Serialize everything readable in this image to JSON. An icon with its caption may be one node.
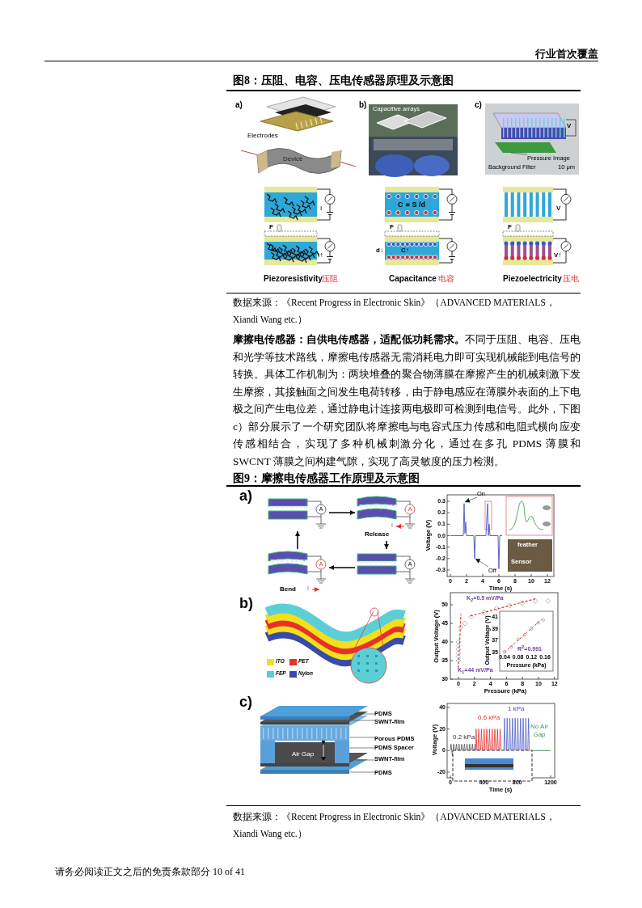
{
  "diagram": {
    "nodes": [
      {
        "text": [],
        "shape": "picture"
      },
      {
        "text": [
          "Release"
        ]
      },
      {
        "text": [],
        "shape": "picture"
      },
      {
        "text": [
          "Bend"
        ]
      },
      {
        "text": [
          "PDMS"
        ]
      },
      {
        "text": [
          "SWNT-film"
        ]
      },
      {
        "text": [
          "Porous PDMS"
        ]
      },
      {
        "text": [
          "PDMS Spacer"
        ]
      },
      {
        "text": [
          "SWNT-film"
        ]
      },
      {
        "text": [
          "PDMS"
        ]
      },
      {
        "text": [
          "Pressure Image"
        ]
      },
      {
        "text": [
          "On"
        ]
      },
      {
        "text": [
          "Off"
        ]
      },
      {
        "text": [],
        "shape": "box"
      },
      {
        "text": [],
        "shape": "box"
      },
      {
        "text": [],
        "shape": "box"
      },
      {
        "text": [],
        "shape": "box"
      },
      {
        "text": [],
        "shape": "box"
      },
      {
        "text": [],
        "shape": "box"
      },
      {
        "text": [],
        "shape": "box"
      }
    ],
    "edges": [
      {
        "from": 0,
        "to": 1,
        "arrow": "to"
      },
      {
        "from": 1,
        "to": 2,
        "arrow": "to"
      },
      {
        "from": 2,
        "to": 3,
        "arrow": "to"
      },
      {
        "from": 3,
        "to": 0,
        "arrow": "to"
      },
      {
        "from": 4,
        "to": 13,
        "arrow": "none"
      },
      {
        "from": 5,
        "to": 14,
        "arrow": "none"
      },
      {
        "from": 6,
        "to": 15,
        "arrow": "none"
      },
      {
        "from": 7,
        "to": 16,
        "arrow": "none"
      },
      {
        "from": 8,
        "to": 17,
        "arrow": "none"
      },
      {
        "from": 9,
        "to": 18,
        "arrow": "none"
      },
      {
        "from": 10,
        "to": 19,
        "arrow": "none"
      },
      {
        "from": 11,
        "to": null,
        "arrow": "to"
      },
      {
        "from": 12,
        "to": null,
        "arrow": "to"
      }
    ],
    "labels": [
      "行业首次覆盖",
      "图8：压阻、电容、压电传感器原理及示意图",
      "a)",
      "Electrodes",
      "Device",
      "b)",
      "Capacitive arrays",
      "c)",
      "V",
      "Background Filter",
      "10 μm",
      "I",
      "C ∝ S /d",
      "V",
      "F",
      "F",
      "F",
      "I↑",
      "d↓",
      "C↑",
      "V↑",
      "Piezoresistivity",
      "压阻",
      "Capacitance",
      "电容",
      "Piezoelectricity",
      "压电",
      "数据来源：《Recent Progress in Electronic Skin》（ADVANCED MATERIALS，Xiandi Wang etc.）",
      "**摩擦电传感器：自供电传感器，适配低功耗需求。**不同于压阻、电容、压电和光学等技术路线，摩擦电传感器无需消耗电力即可实现机械能到电信号的转换。具体工作机制为：两块堆叠的聚合物薄膜在摩擦产生的机械刺激下发生摩擦，其接触面之间发生电荷转移，由于静电感应在薄膜外表面的上下电极之间产生电位差，通过静电计连接两电极即可检测到电信号。此外，下图 c）部分展示了一个研究团队将摩擦电与电容式压力传感和电阻式横向应变传感相结合，实现了多种机械刺激分化，通过在多孔 PDMS 薄膜和 SWCNT 薄膜之间构建气隙，实现了高灵敏度的压力检测。",
      "图9：摩擦电传感器工作原理及示意图",
      "a)",
      "A",
      "A",
      "A",
      "A",
      "I",
      "I",
      "Voltage (V)",
      "0.3",
      "0.2",
      "0.1",
      "0.0",
      "-0.1",
      "-0.2",
      "-0.3",
      "0",
      "2",
      "4",
      "6",
      "8",
      "10",
      "12",
      "Time (s)",
      "feather",
      "Sensor",
      "b)",
      "K$_{2}$=0.5 mV/Pa",
      "Output Voltage (V)",
      "50",
      "45",
      "40",
      "35",
      "30",
      "0",
      "2",
      "4",
      "6",
      "8",
      "10",
      "12",
      "Pressure (kPa)",
      "Output Voltage (V)",
      "41",
      "39",
      "37",
      "35",
      "0.04",
      "0.08",
      "0.12",
      "0.16",
      "Pressure (kPa)",
      "R$^{2}$=0.991",
      "K$_{1}$=44 mV/Pa",
      "c)",
      "Air Gap",
      "0.2 kPa",
      "0.6 kPa",
      "1 kPa",
      "No Air Gap",
      "Voltage (V)",
      "40",
      "20",
      "0",
      "-20",
      "0",
      "400",
      "800",
      "1200",
      "Time (s)",
      "数据来源：《Recent Progress in Electronic Skin》（ADVANCED MATERIALS，Xiandi Wang etc.）",
      "请务必阅读正文之后的免责条款部分 10 of 41"
    ],
    "legend": [
      {
        "text": "ITO",
        "color": "#f2e01a"
      },
      {
        "text": "PET",
        "color": "#e8302a"
      },
      {
        "text": "FEP",
        "color": "#5ccfd6"
      },
      {
        "text": "Nylon",
        "color": "#3a4aa8"
      }
    ]
  }
}
